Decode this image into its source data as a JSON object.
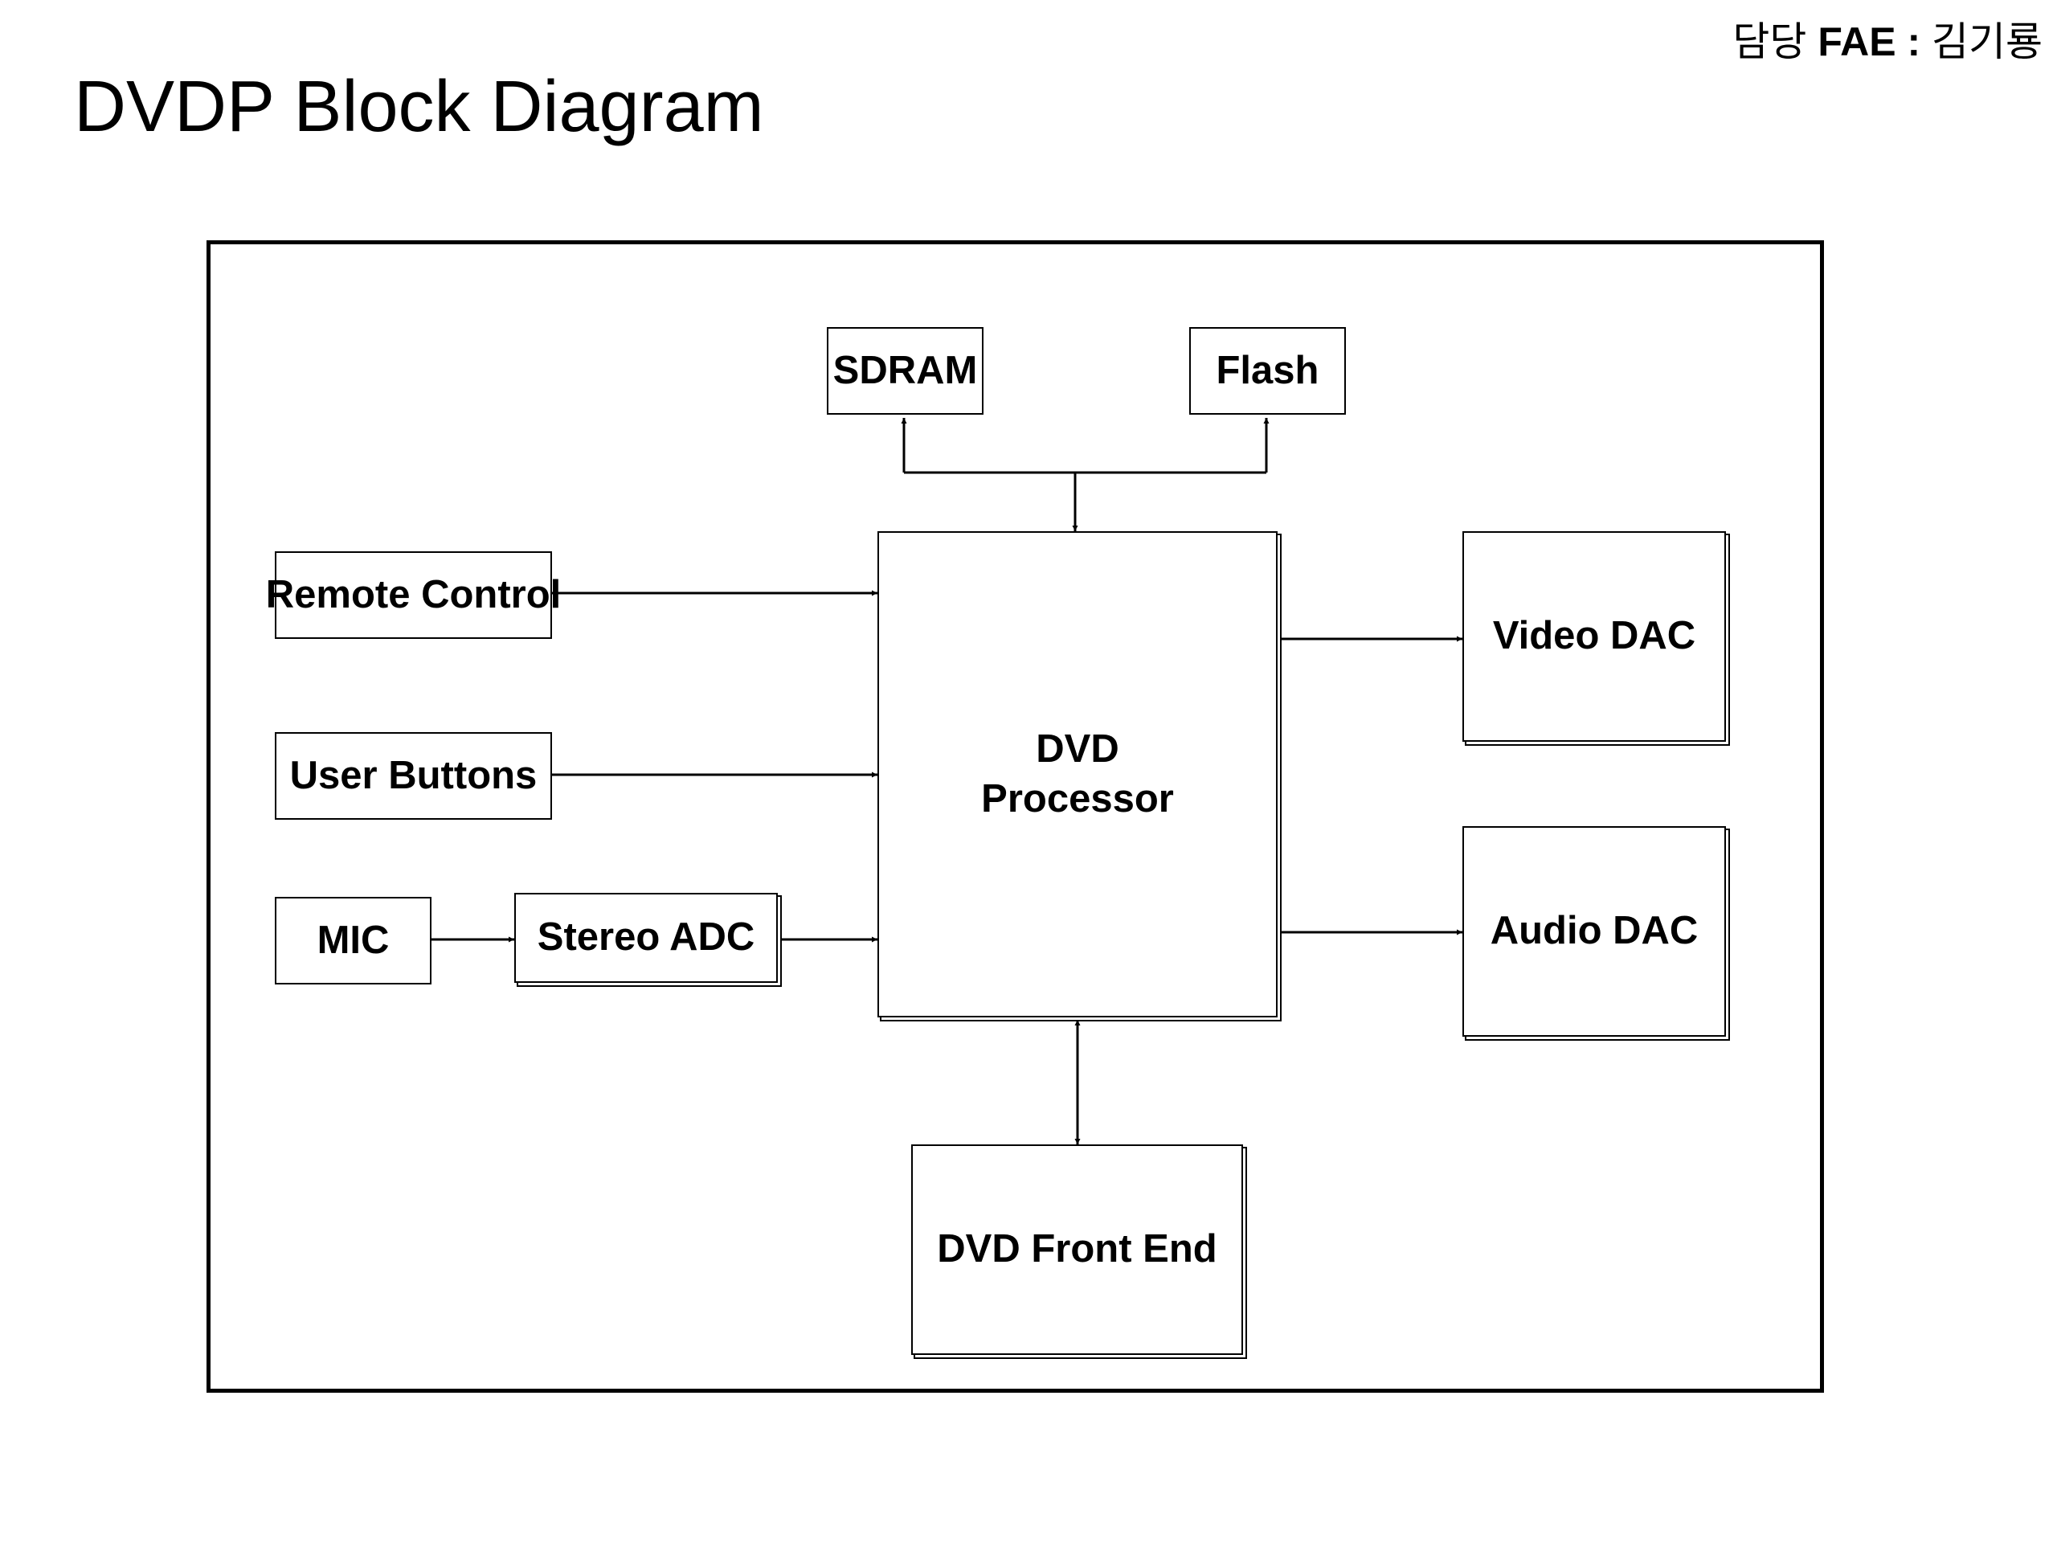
{
  "header": {
    "title": "DVDP Block Diagram",
    "contact_prefix": "담당 ",
    "contact_role": "FAE",
    "contact_sep": " : ",
    "contact_name": "김기룡"
  },
  "blocks": {
    "sdram": "SDRAM",
    "flash": "Flash",
    "remote_control": "Remote Control",
    "user_buttons": "User Buttons",
    "mic": "MIC",
    "stereo_adc": "Stereo ADC",
    "dvd_processor": "DVD\nProcessor",
    "video_dac": "Video DAC",
    "audio_dac": "Audio DAC",
    "dvd_front_end": "DVD Front End"
  },
  "colors": {
    "line": "#000000",
    "background": "#ffffff"
  }
}
